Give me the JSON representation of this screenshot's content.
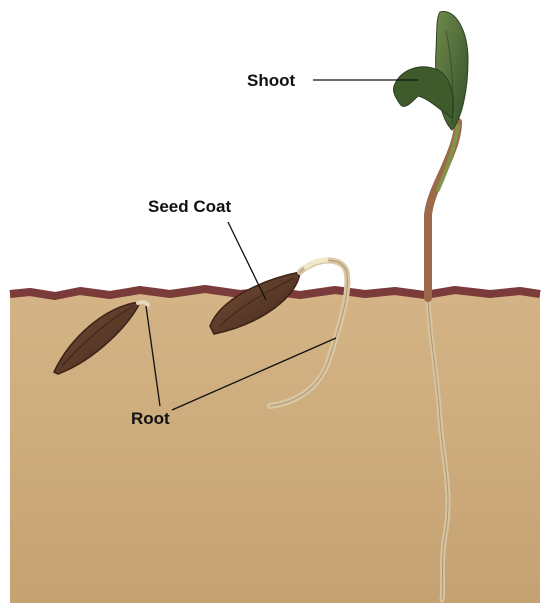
{
  "labels": {
    "shoot": "Shoot",
    "seed_coat": "Seed Coat",
    "root": "Root"
  },
  "colors": {
    "soil": "#c9a878",
    "soil_edge": "#7a3b3a",
    "seed": "#5e3a2a",
    "stem": "#9b6a4a",
    "leaf": "#4f6e3a",
    "root": "#d7c4a0"
  }
}
